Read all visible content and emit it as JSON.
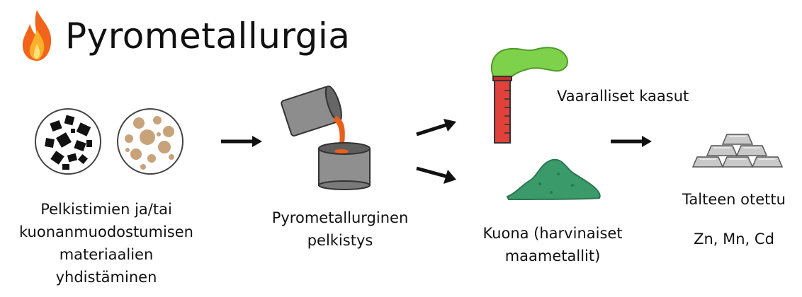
{
  "title": "Pyrometallurgia",
  "steps": [
    {
      "label_lines": [
        "Pelkistimien ja/tai",
        "kuonanmuodostumisen",
        "materiaalien",
        "yhdistäminen"
      ]
    },
    {
      "label_lines": [
        "Pyrometallurginen",
        "pelkistys"
      ]
    },
    {
      "label_lines": [
        "Kuona (harvinaiset",
        "maametallit)"
      ]
    },
    {
      "label_lines": [
        "Talteen otettu"
      ]
    }
  ],
  "gases_label": "Vaaralliset kaasut",
  "recovered_metals": "Zn, Mn, Cd",
  "icons": [
    "flame-icon",
    "reductant-mixture-icon",
    "slag-former-mixture-icon",
    "crucible-pour-icon",
    "smokestack-icon",
    "slag-pile-icon",
    "metal-ingots-icon"
  ],
  "colors": {
    "flame": "#f2641c",
    "molten": "#e8601a",
    "smoke": "#7ed14a",
    "stack": "#e0413a",
    "slag": "#3a9a6a",
    "ingot": "#c9c9c9",
    "arrow": "#111111"
  }
}
